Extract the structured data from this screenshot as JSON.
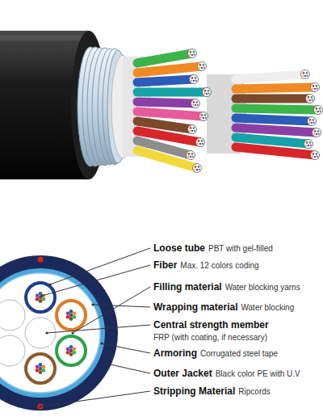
{
  "diagram": {
    "labels": [
      "Loose tube",
      "PBT with gel-filled",
      "Fiber",
      "Max. 12 colors coding",
      "Filling material",
      "Water blocking yarns",
      "Wrapping material",
      "Water blocking",
      "Central strength member",
      "FRP (with coating, if necessary)",
      "Armoring",
      "Corrugated steel tape",
      "Outer Jacket",
      "Black color PE with U.V",
      "Stripping Material",
      "Ripcords"
    ]
  }
}
